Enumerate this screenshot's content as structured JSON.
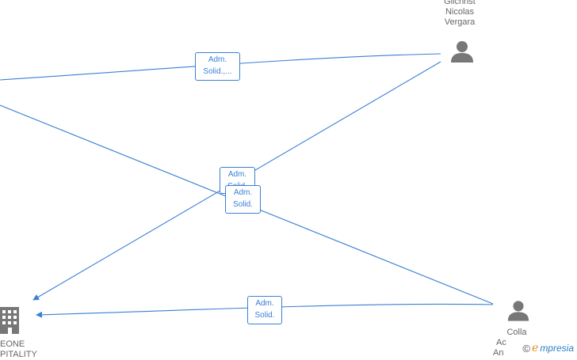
{
  "nodes": {
    "top_person": {
      "lines": [
        "Gilchrist",
        "Nicolas",
        "Vergara"
      ],
      "icon": "person-icon"
    },
    "bottom_person": {
      "lines": [
        "Colla",
        "Ac",
        "An"
      ],
      "icon": "person-icon"
    },
    "company": {
      "lines": [
        "EONE",
        "PITALITY"
      ],
      "icon": "building-icon"
    }
  },
  "edge_labels": [
    {
      "lines": [
        "Adm.",
        "Solid.,..."
      ]
    },
    {
      "lines": [
        "Adm.",
        "Solid."
      ]
    },
    {
      "lines": [
        "Adm.",
        "Solid."
      ]
    },
    {
      "lines": [
        "Adm.",
        "Solid."
      ]
    }
  ],
  "brand": {
    "symbol": "©",
    "initial": "e",
    "rest": "mpresia"
  },
  "colors": {
    "edge": "#3a7fd5",
    "icon": "#777777",
    "text": "#666666",
    "brand_orange": "#e98c1c",
    "brand_blue": "#2b7fc2"
  }
}
